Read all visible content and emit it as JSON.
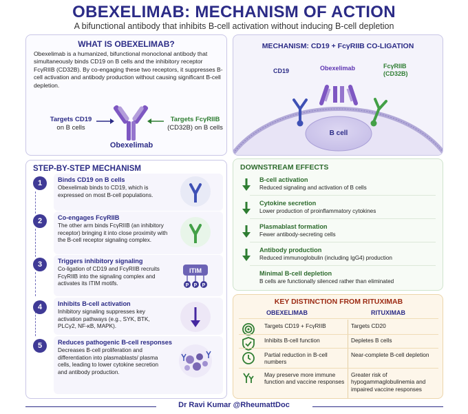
{
  "header": {
    "title": "OBEXELIMAB: MECHANISM OF ACTION",
    "subtitle": "A bifunctional antibody that inhibits B-cell activation without inducing B-cell depletion"
  },
  "what": {
    "title": "WHAT IS OBEXELIMAB?",
    "description": "Obexelimab is a humanized, bifunctional monoclonal antibody that simultaneously binds CD19 on B cells and the inhibitory receptor FcγRIIB (CD32B). By co-engaging these two receptors, it suppresses B-cell activation and antibody production without causing significant B-cell depletion.",
    "left_label_strong": "Targets CD19",
    "left_label_rest": "on B cells",
    "right_label_strong": "Targets FcγRIIB",
    "right_label_rest": "(CD32B) on B cells",
    "antibody_name": "Obexelimab"
  },
  "mechanism": {
    "title": "MECHANISM: CD19 + FcγRIIB CO-LIGATION",
    "cd19_label": "CD19",
    "antibody_label": "Obexelimab",
    "fcgr_label_1": "FcγRIIB",
    "fcgr_label_2": "(CD32B)",
    "cell_label": "B cell"
  },
  "steps": {
    "title": "STEP-BY-STEP MECHANISM",
    "items": [
      {
        "num": "1",
        "head": "Binds CD19 on B cells",
        "text": "Obexelimab binds to CD19, which is expressed on most B-cell populations."
      },
      {
        "num": "2",
        "head": "Co-engages FcγRIIB",
        "text": "The other arm binds FcγRIIB (an inhibitory receptor) bringing it into close proximity with the B-cell receptor signaling complex."
      },
      {
        "num": "3",
        "head": "Triggers inhibitory signaling",
        "text": "Co-ligation of CD19 and FcγRIIB recruits FcγRIIB into the signaling complex and activates its ITIM motifs."
      },
      {
        "num": "4",
        "head": "Inhibits B-cell activation",
        "text": "Inhibitory signaling suppresses key activation pathways (e.g., SYK, BTK, PLCγ2, NF-κB, MAPK)."
      },
      {
        "num": "5",
        "head": "Reduces pathogenic B-cell responses",
        "text": "Decreases B-cell proliferation and differentiation into plasmablasts/ plasma cells, leading to lower cytokine secretion and antibody production."
      }
    ],
    "itim_label": "ITIM",
    "p_label": "P"
  },
  "downstream": {
    "title": "DOWNSTREAM EFFECTS",
    "items": [
      {
        "head": "B-cell activation",
        "text": "Reduced signaling and activation of B cells"
      },
      {
        "head": "Cytokine secretion",
        "text": "Lower production of proinflammatory cytokines"
      },
      {
        "head": "Plasmablast formation",
        "text": "Fewer antibody-secreting cells"
      },
      {
        "head": "Antibody production",
        "text": "Reduced immunoglobulin (including IgG4) production"
      },
      {
        "head": "Minimal B-cell depletion",
        "text": "B cells are functionally silenced rather than eliminated"
      }
    ]
  },
  "key": {
    "title": "KEY DISTINCTION FROM RITUXIMAB",
    "col_left": "OBEXELIMAB",
    "col_right": "RITUXIMAB",
    "rows": [
      {
        "left": "Targets CD19 + FcγRIIB",
        "right": "Targets CD20",
        "icon": "target-icon"
      },
      {
        "left": "Inhibits B-cell function",
        "right": "Depletes B cells",
        "icon": "shield-check-icon"
      },
      {
        "left": "Partial reduction in B-cell numbers",
        "right": "Near-complete B-cell depletion",
        "icon": "clock-icon"
      },
      {
        "left": "May preserve more immune function and vaccine responses",
        "right": "Greater risk of hypogammaglobulinemia and impaired vaccine responses",
        "icon": "antibody-icon"
      }
    ]
  },
  "footer": {
    "author": "Dr Ravi Kumar @RheumattDoc"
  },
  "colors": {
    "navy": "#2b2b86",
    "purple": "#7e57c2",
    "blue": "#3f51b5",
    "green": "#43a047",
    "dark_green": "#2e6b2e",
    "dark_red": "#9b2a13"
  }
}
